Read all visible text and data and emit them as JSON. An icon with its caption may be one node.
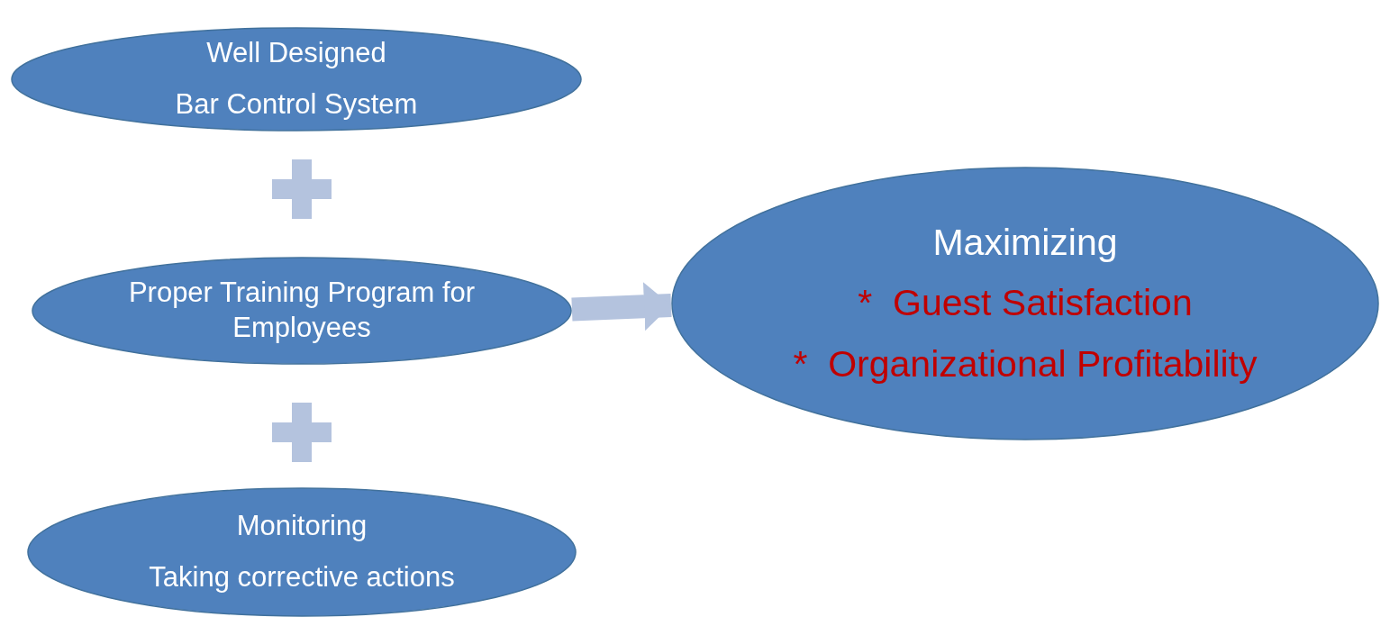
{
  "diagram": {
    "nodes": [
      {
        "text": [
          "Well Designed",
          "Bar Control System"
        ]
      },
      {
        "text": [
          "Proper Training Program for Employees"
        ]
      },
      {
        "text": [
          "Monitoring",
          "Taking corrective actions"
        ]
      },
      {
        "text": [
          "Maximizing",
          "*  Guest Satisfaction",
          "*  Organizational Profitability"
        ]
      }
    ],
    "edges": [
      {
        "from": 1,
        "to": 3,
        "arrow": "to"
      }
    ]
  }
}
